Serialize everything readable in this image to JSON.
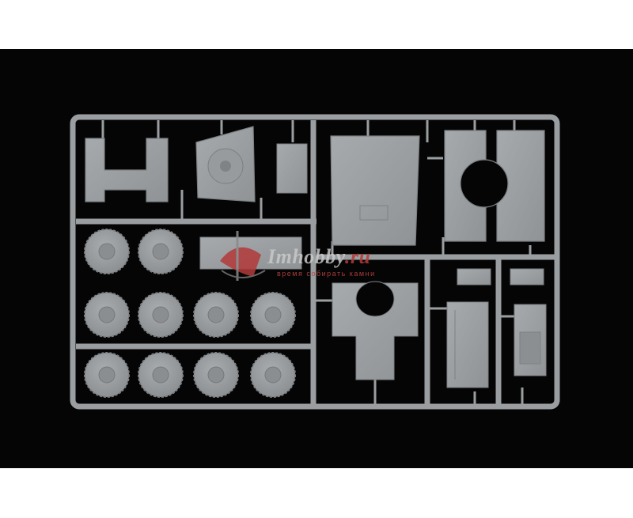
{
  "image": {
    "subject": "grey plastic model kit sprue on black background",
    "background_color": "#050505",
    "plastic_color": "#9ea2a5"
  },
  "watermark": {
    "brand_main": "Imhobby",
    "brand_suffix": ".ru",
    "slogan": "время собирать камни",
    "accent_color": "#b33a3a"
  }
}
